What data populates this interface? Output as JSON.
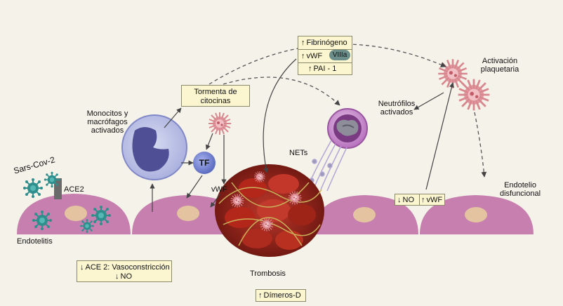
{
  "labels": {
    "sars_cov2": "Sars-Cov-2",
    "ace2": "ACE2",
    "endotelitis": "Endotelitis",
    "monocitos": "Monocitos y macrófagos activados",
    "tormenta": "Tormenta de citocinas",
    "tf": "TF",
    "vwf": "vWF",
    "nets": "NETs",
    "neutrofilos": "Neutrófilos activados",
    "activacion": "Activación plaquetaria",
    "endotelio": "Endotelio disfuncional",
    "trombosis": "Trombosis"
  },
  "factors_box": {
    "fibrinogeno": "Fibrinógeno",
    "vwf": "vWF",
    "viiia": "VIIIa",
    "pai": "PAI - 1"
  },
  "ace2_box": {
    "line1": "ACE 2: Vasoconstricción",
    "line2": "NO"
  },
  "no_vwf_box": {
    "no": "NO",
    "vwf": "vWF"
  },
  "dimeros_box": {
    "label": "Dímeros-D"
  },
  "colors": {
    "background": "#f5f2e9",
    "endothelium": "#c67fae",
    "nucleus": "#e4c3a0",
    "box_fill": "#fbf6cf",
    "virus": "#3a9a9a",
    "monocyte": "#5a5aa0",
    "tf_circle": "#6a78c0",
    "clot": "#a52a1e",
    "neutrophil": "#8a3a8a"
  }
}
